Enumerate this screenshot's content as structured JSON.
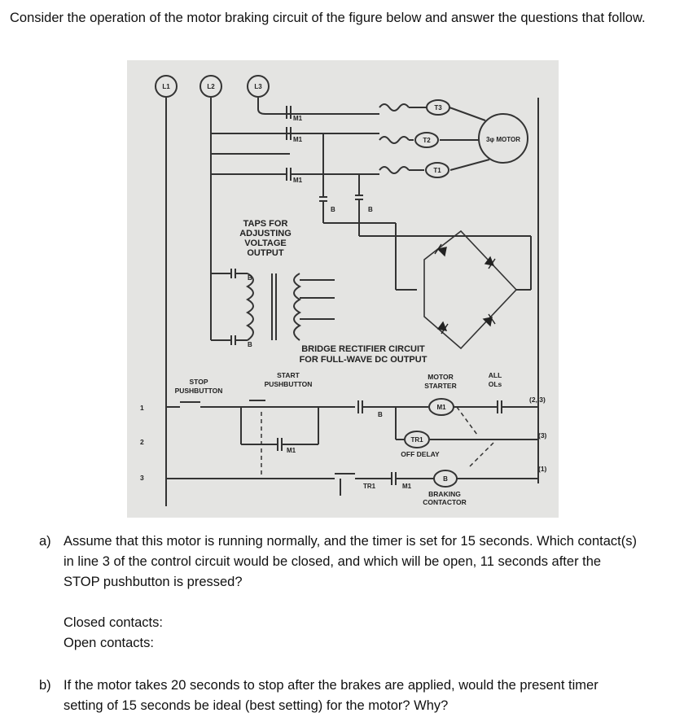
{
  "intro": "Consider the operation of the motor braking circuit of the figure below and answer the questions that follow.",
  "figure": {
    "lines": [
      "L1",
      "L2",
      "L3"
    ],
    "terminals": [
      "T3",
      "T2",
      "T1"
    ],
    "motor": "3φ MOTOR",
    "m1": "M1",
    "b": "B",
    "taps": [
      "TAPS FOR",
      "ADJUSTING",
      "VOLTAGE",
      "OUTPUT"
    ],
    "bridge": [
      "BRIDGE RECTIFIER CIRCUIT",
      "FOR FULL-WAVE DC OUTPUT"
    ],
    "stop": [
      "STOP",
      "PUSHBUTTON"
    ],
    "start": [
      "START",
      "PUSHBUTTON"
    ],
    "starter": [
      "MOTOR",
      "STARTER"
    ],
    "ols": [
      "ALL",
      "OLs"
    ],
    "tr1": "TR1",
    "offdelay": "OFF DELAY",
    "braking": [
      "BRAKING",
      "CONTACTOR"
    ],
    "rung_numbers": [
      "1",
      "2",
      "3"
    ],
    "rung_refs": [
      "(2, 3)",
      "(3)",
      "(1)"
    ]
  },
  "qa": {
    "label": "a)",
    "lines": [
      "Assume that this motor is running normally, and the timer is set for 15 seconds. Which contact(s)",
      "in line 3 of the control circuit would be closed, and which will be open, 11 seconds after the",
      "STOP pushbutton is pressed?"
    ]
  },
  "closed": "Closed contacts:",
  "open": "Open contacts:",
  "qb": {
    "label": "b)",
    "lines": [
      "If the motor takes 20 seconds to stop after the brakes are applied, would the present timer",
      "setting of 15 seconds be ideal (best setting) for the motor? Why?"
    ]
  }
}
